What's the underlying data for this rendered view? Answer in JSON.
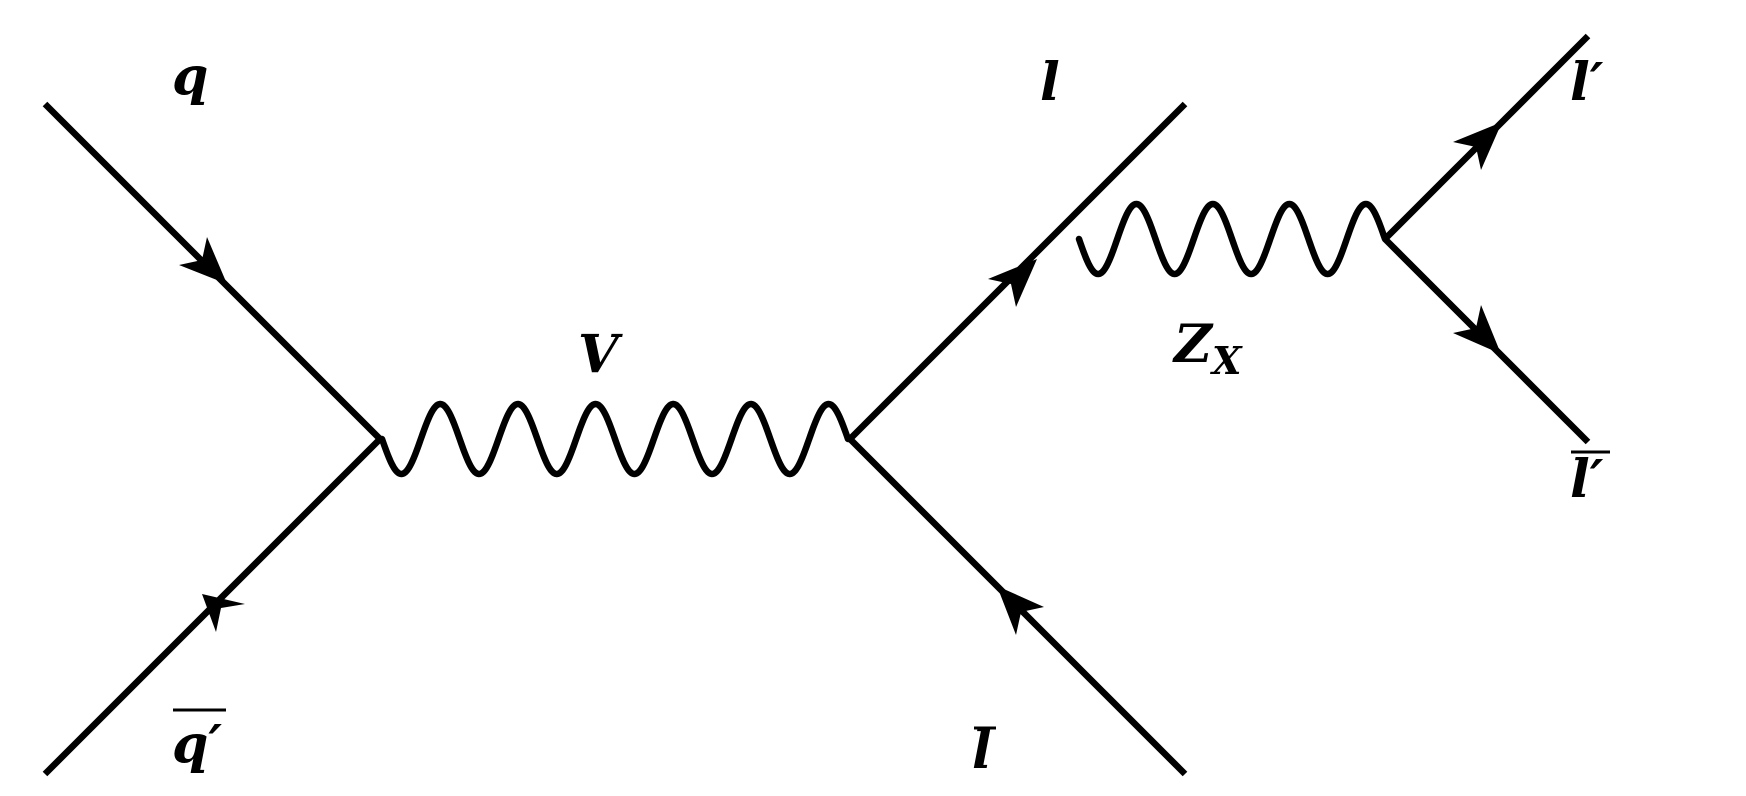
{
  "labels": {
    "q": "q",
    "q_bar": "q′",
    "vector_boson": "V",
    "lepton": "l",
    "lepton_bar": "l",
    "zx": "Z",
    "zx_subscript": "X",
    "lepton_prime": "l′",
    "lepton_prime_bar": "l′"
  },
  "colors": {
    "line": "#000000",
    "background": "#ffffff"
  }
}
